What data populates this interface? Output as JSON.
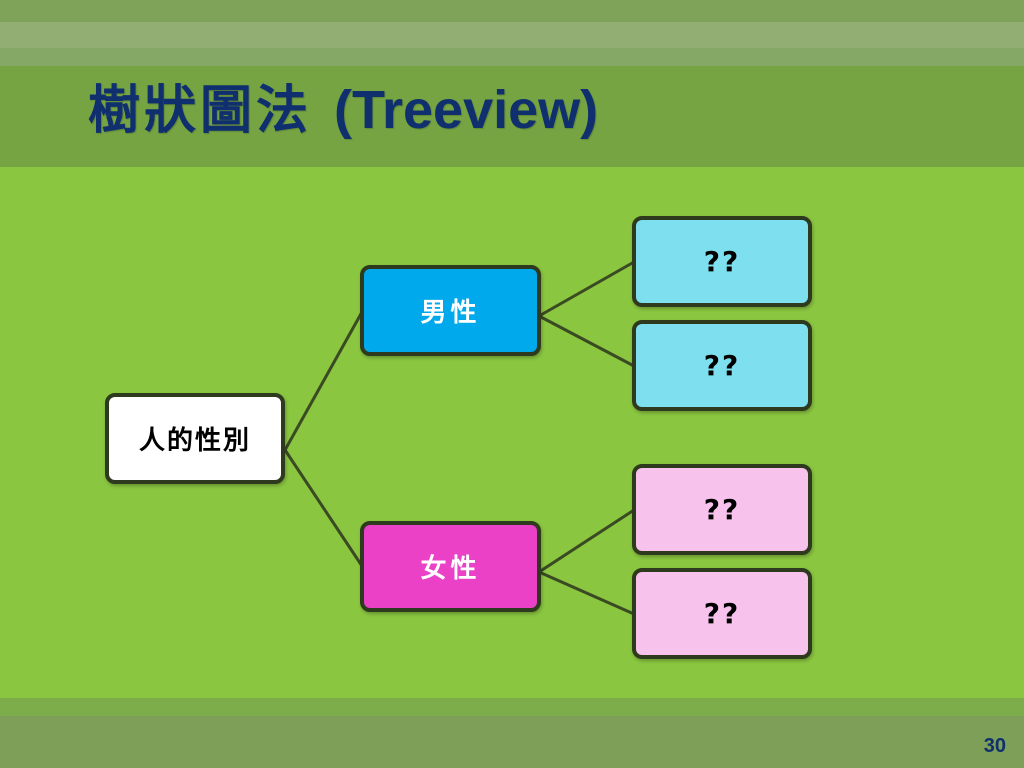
{
  "slide": {
    "title_cjk": "樹狀圖法",
    "title_latin": "(Treeview)",
    "page_number": "30"
  },
  "tree": {
    "root": "人的性別",
    "branches": [
      {
        "label": "男性",
        "leaves": [
          "??",
          "??"
        ]
      },
      {
        "label": "女性",
        "leaves": [
          "??",
          "??"
        ]
      }
    ]
  },
  "colors": {
    "background": "#8AC640",
    "title_band": "#76A443",
    "title_text": "#0F2F6E",
    "root_fill": "#FFFFFF",
    "male_fill": "#00A9EB",
    "female_fill": "#EA41C6",
    "male_leaf_fill": "#7EDFEE",
    "female_leaf_fill": "#F7C2EC",
    "node_border": "#2E3A1E",
    "connector": "#3A4A22"
  }
}
